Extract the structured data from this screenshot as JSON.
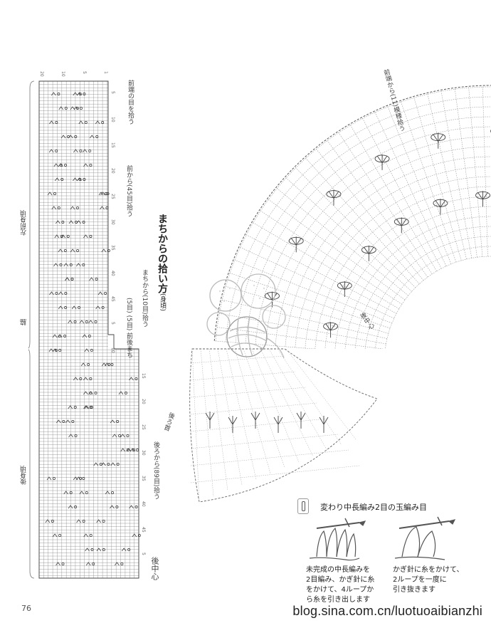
{
  "page": {
    "page_number": "76",
    "watermark": "blog.sina.com.cn/luotuoaibianzhi"
  },
  "left_chart": {
    "labels": {
      "left_front": "左前身頃",
      "side": "脇",
      "back": "後身頃",
      "front_edge_note": "前端の目を拾う",
      "front_pickup": "前から(45目)拾う",
      "gusset_pickup": "まちから(10目)拾う",
      "gusset_note": "(5目) (5目) 前後まち",
      "back_pickup": "後ろから(89目)拾う",
      "back_center": "後中心"
    },
    "tick_numbers_top": [
      "20",
      "10",
      "5",
      "1"
    ],
    "tick_numbers_right": [
      "5",
      "10",
      "15",
      "20",
      "25",
      "30",
      "35",
      "40",
      "45",
      "5",
      "10",
      "15",
      "20",
      "25",
      "30",
      "35",
      "40",
      "45",
      "5"
    ]
  },
  "fan_diagram": {
    "labels": {
      "top_note": "前端から(11)模様拾う",
      "center_label": "後中心",
      "wedge_label": "後ろ首",
      "title": "まちからの拾い方",
      "title_sub": "(身頃)"
    }
  },
  "legend": {
    "title": "変わり中長編み2目の玉編み目",
    "caption_left": "未完成の中長編みを\n2目編み、かぎ針に糸\nをかけて、4ループか\nら糸を引き出します",
    "caption_right": "かぎ針に糸をかけて、\n2ループを一度に\n引き抜きます"
  }
}
